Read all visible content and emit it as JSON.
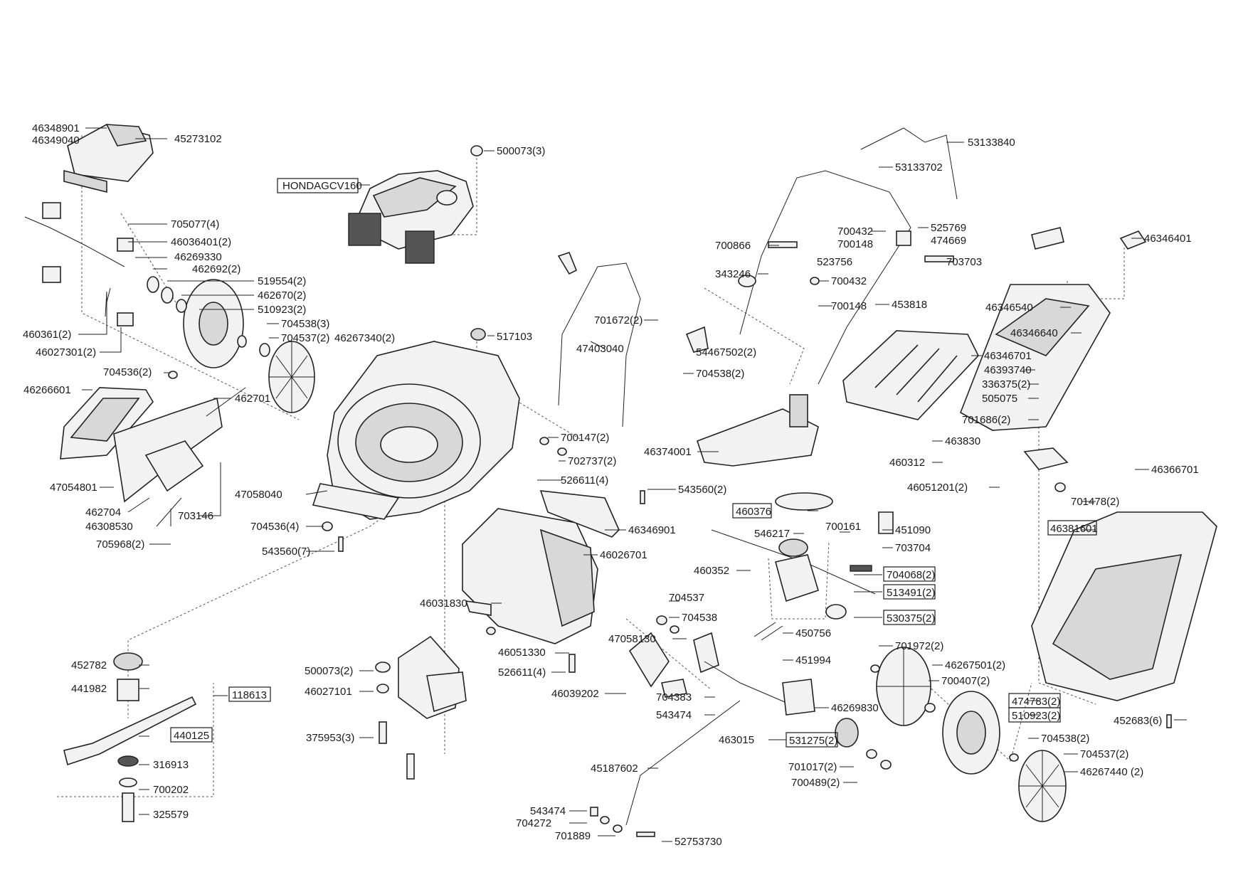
{
  "labels": [
    {
      "text": "46348901",
      "boxed": false
    },
    {
      "text": "46349040",
      "boxed": false
    },
    {
      "text": "45273102",
      "boxed": false
    },
    {
      "text": "705077(4)",
      "boxed": false
    },
    {
      "text": "46036401(2)",
      "boxed": false
    },
    {
      "text": "46269330",
      "boxed": false
    },
    {
      "text": "462692(2)",
      "boxed": false
    },
    {
      "text": "519554(2)",
      "boxed": false
    },
    {
      "text": "462670(2)",
      "boxed": true
    },
    {
      "text": "510923(2)",
      "boxed": true
    },
    {
      "text": "704538(3)",
      "boxed": false
    },
    {
      "text": "704537(2)",
      "boxed": false
    },
    {
      "text": "46267340(2)",
      "boxed": false
    },
    {
      "text": "460361(2)",
      "boxed": false
    },
    {
      "text": "46027301(2)",
      "boxed": false
    },
    {
      "text": "704536(2)",
      "boxed": false
    },
    {
      "text": "46266601",
      "boxed": false
    },
    {
      "text": "462701",
      "boxed": false
    },
    {
      "text": "47054801",
      "boxed": false
    },
    {
      "text": "462704",
      "boxed": false
    },
    {
      "text": "46308530",
      "boxed": false
    },
    {
      "text": "703146",
      "boxed": false
    },
    {
      "text": "705968(2)",
      "boxed": false
    },
    {
      "text": "HONDAGCV160",
      "boxed": true
    },
    {
      "text": "500073(3)",
      "boxed": false
    },
    {
      "text": "517103",
      "boxed": false
    },
    {
      "text": "47058040",
      "boxed": false
    },
    {
      "text": "704536(4)",
      "boxed": false
    },
    {
      "text": "543560(7)",
      "boxed": false
    },
    {
      "text": "700147(2)",
      "boxed": false
    },
    {
      "text": "702737(2)",
      "boxed": false
    },
    {
      "text": "526611(4)",
      "boxed": false
    },
    {
      "text": "543560(2)",
      "boxed": false
    },
    {
      "text": "46346901",
      "boxed": false
    },
    {
      "text": "46026701",
      "boxed": false
    },
    {
      "text": "46031830",
      "boxed": false
    },
    {
      "text": "46051330",
      "boxed": false
    },
    {
      "text": "526611(4)",
      "boxed": false
    },
    {
      "text": "452782",
      "boxed": false
    },
    {
      "text": "441982",
      "boxed": false
    },
    {
      "text": "118613",
      "boxed": true
    },
    {
      "text": "440125",
      "boxed": true
    },
    {
      "text": "316913",
      "boxed": false
    },
    {
      "text": "700202",
      "boxed": false
    },
    {
      "text": "325579",
      "boxed": false
    },
    {
      "text": "500073(2)",
      "boxed": false
    },
    {
      "text": "46027101",
      "boxed": false
    },
    {
      "text": "375953(3)",
      "boxed": false
    },
    {
      "text": "53133840",
      "boxed": false
    },
    {
      "text": "53133702",
      "boxed": false
    },
    {
      "text": "700432",
      "boxed": false
    },
    {
      "text": "525769",
      "boxed": false
    },
    {
      "text": "700148",
      "boxed": false
    },
    {
      "text": "474669",
      "boxed": false
    },
    {
      "text": "700866",
      "boxed": false
    },
    {
      "text": "523756",
      "boxed": false
    },
    {
      "text": "703703",
      "boxed": false
    },
    {
      "text": "343246",
      "boxed": false
    },
    {
      "text": "700432",
      "boxed": false
    },
    {
      "text": "700148",
      "boxed": false
    },
    {
      "text": "453818",
      "boxed": false
    },
    {
      "text": "701672(2)",
      "boxed": false
    },
    {
      "text": "47403040",
      "boxed": false
    },
    {
      "text": "54467502(2)",
      "boxed": false
    },
    {
      "text": "704538(2)",
      "boxed": false
    },
    {
      "text": "46374001",
      "boxed": false
    },
    {
      "text": "46346401",
      "boxed": false
    },
    {
      "text": "46346540",
      "boxed": false
    },
    {
      "text": "46346640",
      "boxed": false
    },
    {
      "text": "46346701",
      "boxed": false
    },
    {
      "text": "46393740",
      "boxed": false
    },
    {
      "text": "336375(2)",
      "boxed": false
    },
    {
      "text": "505075",
      "boxed": false
    },
    {
      "text": "701686(2)",
      "boxed": false
    },
    {
      "text": "463830",
      "boxed": false
    },
    {
      "text": "460312",
      "boxed": false
    },
    {
      "text": "46051201(2)",
      "boxed": false
    },
    {
      "text": "46366701",
      "boxed": false
    },
    {
      "text": "701478(2)",
      "boxed": false
    },
    {
      "text": "46381601",
      "boxed": true
    },
    {
      "text": "452683(6)",
      "boxed": false
    },
    {
      "text": "460376",
      "boxed": true
    },
    {
      "text": "546217",
      "boxed": false
    },
    {
      "text": "700161",
      "boxed": false
    },
    {
      "text": "451090",
      "boxed": false
    },
    {
      "text": "703704",
      "boxed": false
    },
    {
      "text": "460352",
      "boxed": false
    },
    {
      "text": "704068(2)",
      "boxed": true
    },
    {
      "text": "513491(2)",
      "boxed": true
    },
    {
      "text": "530375(2)",
      "boxed": true
    },
    {
      "text": "450756",
      "boxed": false
    },
    {
      "text": "451994",
      "boxed": false
    },
    {
      "text": "704537",
      "boxed": false
    },
    {
      "text": "704538",
      "boxed": false
    },
    {
      "text": "47058130",
      "boxed": false
    },
    {
      "text": "46039202",
      "boxed": false
    },
    {
      "text": "704383",
      "boxed": false
    },
    {
      "text": "543474",
      "boxed": false
    },
    {
      "text": "46269830",
      "boxed": false
    },
    {
      "text": "463015",
      "boxed": false
    },
    {
      "text": "531275(2)",
      "boxed": true
    },
    {
      "text": "701017(2)",
      "boxed": false
    },
    {
      "text": "700489(2)",
      "boxed": false
    },
    {
      "text": "45187602",
      "boxed": false
    },
    {
      "text": "543474",
      "boxed": false
    },
    {
      "text": "704272",
      "boxed": false
    },
    {
      "text": "701889",
      "boxed": false
    },
    {
      "text": "52753730",
      "boxed": false
    },
    {
      "text": "701972(2)",
      "boxed": false
    },
    {
      "text": "46267501(2)",
      "boxed": false
    },
    {
      "text": "700407(2)",
      "boxed": false
    },
    {
      "text": "474783(2)",
      "boxed": true
    },
    {
      "text": "510923(2)",
      "boxed": true
    },
    {
      "text": "704538(2)",
      "boxed": false
    },
    {
      "text": "704537(2)",
      "boxed": false
    },
    {
      "text": "46267440 (2)",
      "boxed": false
    }
  ]
}
